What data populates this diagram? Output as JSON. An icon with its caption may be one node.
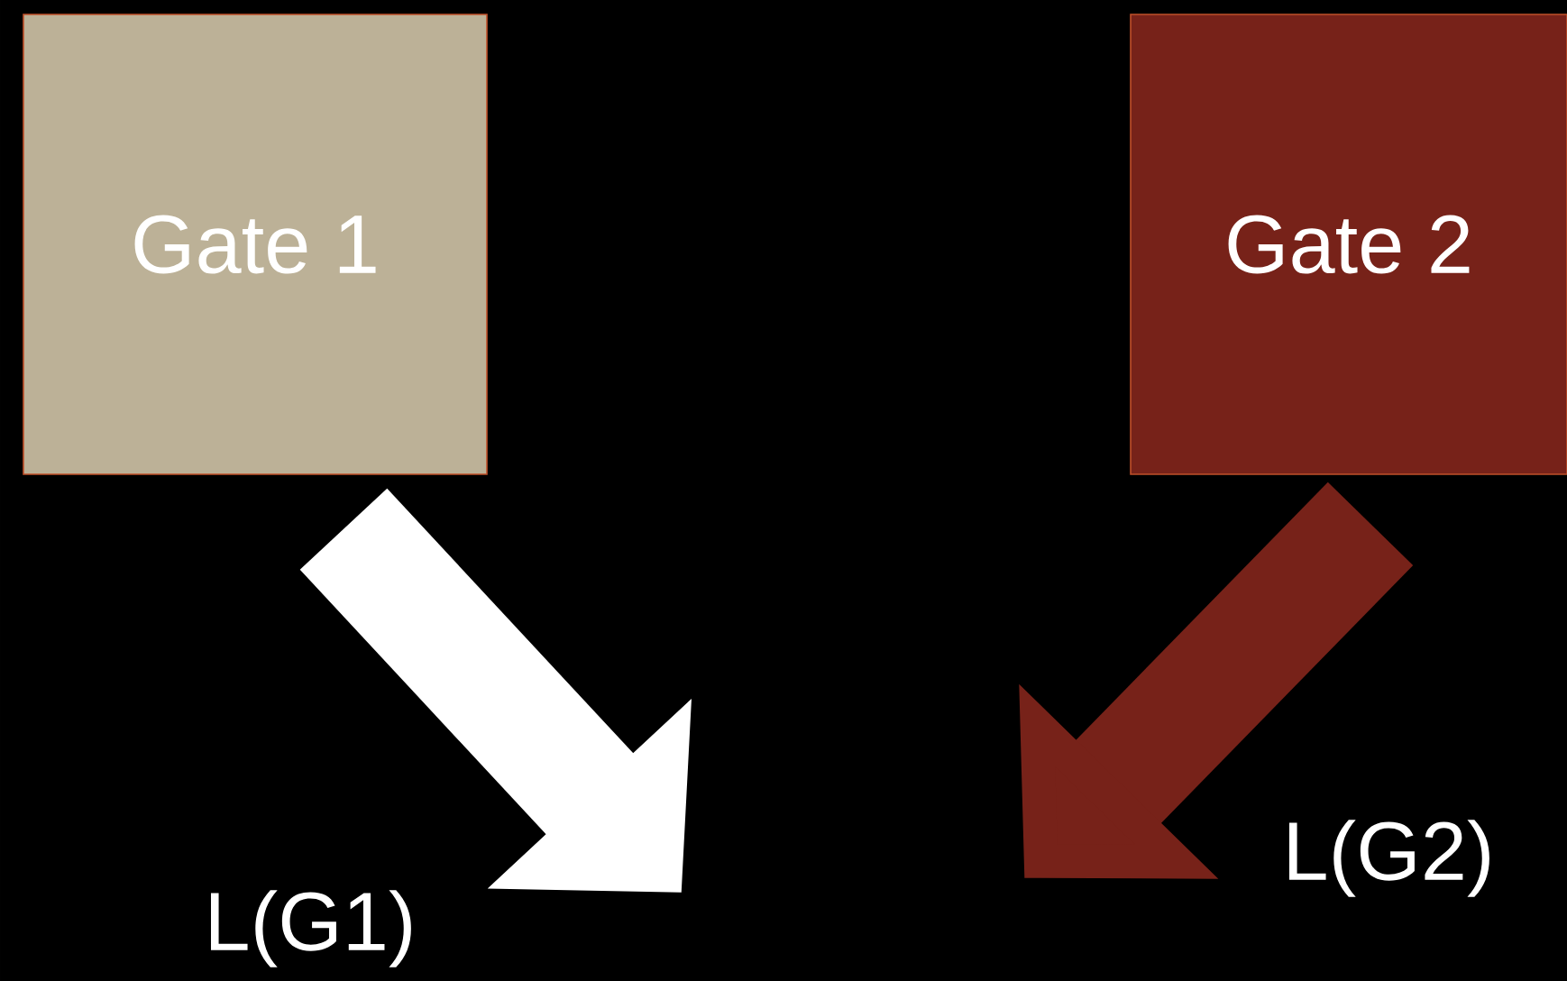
{
  "diagram": {
    "nodes": [
      {
        "text": [
          "Gate 1"
        ]
      },
      {
        "text": [
          "Gate 2"
        ]
      },
      {
        "text": [
          "L(G1)"
        ]
      },
      {
        "text": [
          "L(G2)"
        ]
      }
    ],
    "edges": [
      {
        "from": 0,
        "to": 2,
        "arrow": "to",
        "color": "#ffffff"
      },
      {
        "from": 1,
        "to": 3,
        "arrow": "to",
        "color": "#772219"
      }
    ]
  }
}
